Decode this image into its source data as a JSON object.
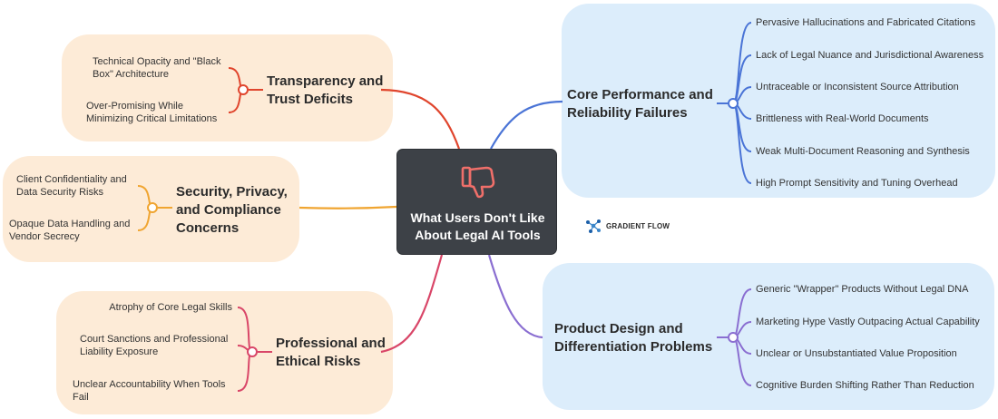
{
  "central": {
    "title": "What Users Don't Like About Legal AI Tools",
    "icon": "thumbs-down-icon"
  },
  "brand": {
    "name": "GRADIENT FLOW",
    "icon": "network-logo-icon"
  },
  "colors": {
    "peach_bg": "#fdebd7",
    "blue_bg": "#dcedfb",
    "transparency": "#e0452d",
    "security": "#f0a531",
    "professional": "#d94668",
    "core": "#4a74d6",
    "product": "#8a6ed1",
    "center_bg": "#3d4147",
    "icon": "#f06f6a"
  },
  "branches": {
    "transparency": {
      "title": "Transparency and Trust Deficits",
      "items": [
        "Technical Opacity and \"Black Box\" Architecture",
        "Over-Promising While Minimizing Critical Limitations"
      ]
    },
    "security": {
      "title": "Security, Privacy, and Compliance Concerns",
      "items": [
        "Client Confidentiality and Data Security Risks",
        "Opaque Data Handling and Vendor Secrecy"
      ]
    },
    "professional": {
      "title": "Professional and Ethical Risks",
      "items": [
        "Atrophy of Core Legal Skills",
        "Court Sanctions and Professional Liability Exposure",
        "Unclear Accountability When Tools Fail"
      ]
    },
    "core": {
      "title": "Core Performance and Reliability Failures",
      "items": [
        "Pervasive Hallucinations and Fabricated Citations",
        "Lack of Legal Nuance and Jurisdictional Awareness",
        "Untraceable or Inconsistent Source Attribution",
        "Brittleness with Real-World Documents",
        "Weak Multi-Document Reasoning and Synthesis",
        "High Prompt Sensitivity and Tuning Overhead"
      ]
    },
    "product": {
      "title": "Product Design and Differentiation Problems",
      "items": [
        "Generic \"Wrapper\" Products Without Legal DNA",
        "Marketing Hype Vastly Outpacing Actual Capability",
        "Unclear or Unsubstantiated Value Proposition",
        "Cognitive Burden Shifting Rather Than Reduction"
      ]
    }
  }
}
